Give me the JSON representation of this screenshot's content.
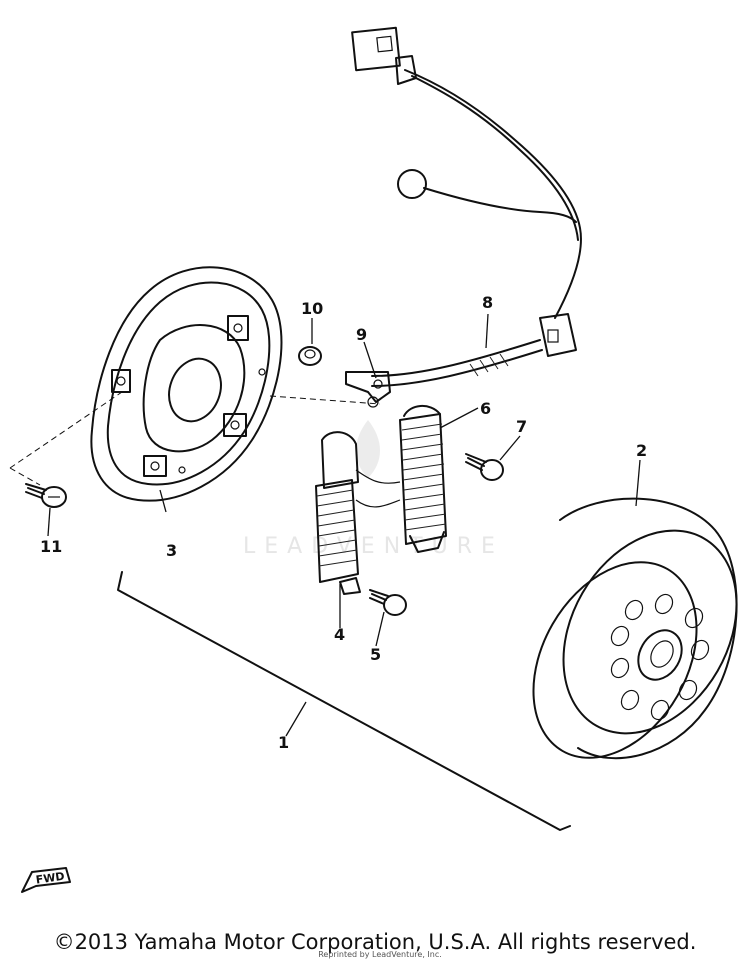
{
  "callouts": {
    "part_1": "1",
    "part_2": "2",
    "part_3": "3",
    "part_4": "4",
    "part_5": "5",
    "part_6": "6",
    "part_7": "7",
    "part_8": "8",
    "part_9": "9",
    "part_10": "10",
    "part_11": "11"
  },
  "fwd_arrow_label": "FWD",
  "watermark": "LEADVENTURE",
  "copyright": "©2013 Yamaha Motor Corporation, U.S.A. All rights reserved.",
  "reprint_note": "Reprinted by LeadVenture, Inc."
}
